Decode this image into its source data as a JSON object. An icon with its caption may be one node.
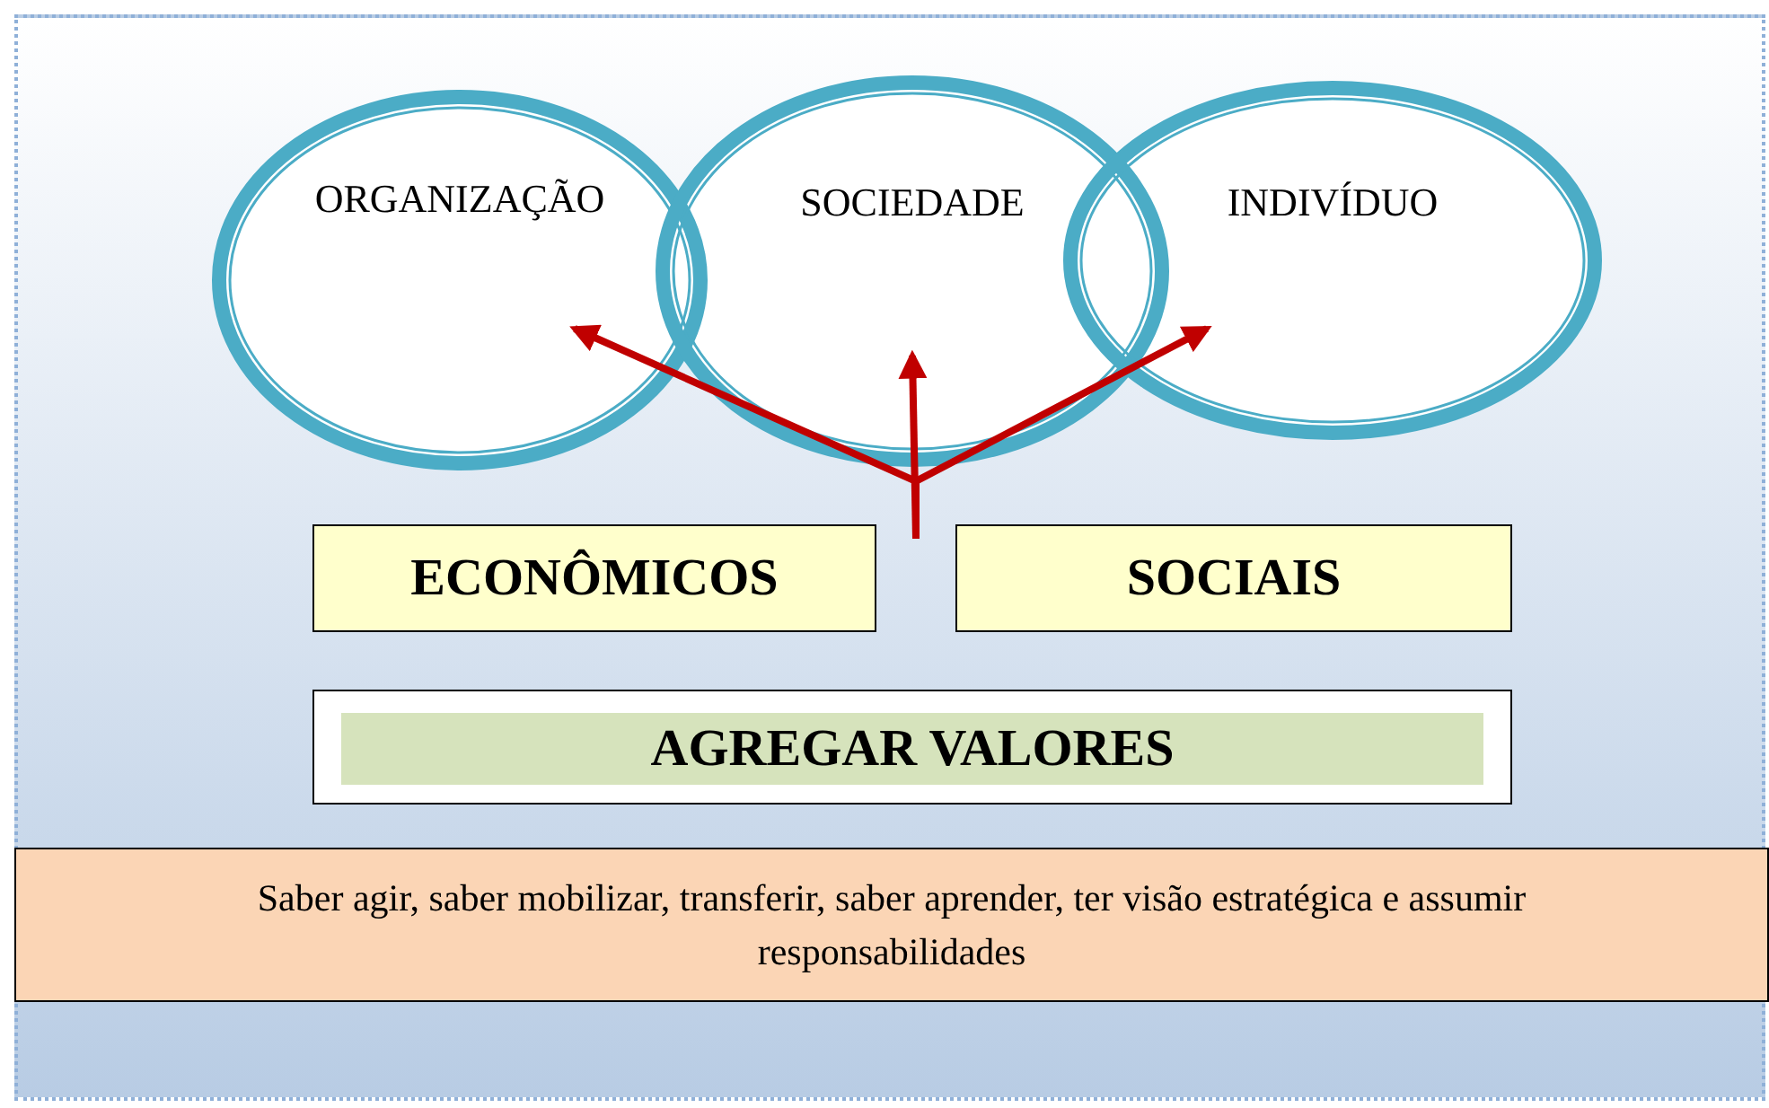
{
  "diagram": {
    "nodes": [
      {
        "text": [
          "ORGANIZAÇÃO"
        ]
      },
      {
        "text": [
          "SOCIEDADE"
        ]
      },
      {
        "text": [
          "INDIVÍDUO"
        ]
      },
      {
        "text": [
          "ECONÔMICOS"
        ]
      },
      {
        "text": [
          "SOCIAIS"
        ]
      },
      {
        "text": [
          "AGREGAR VALORES"
        ]
      },
      {
        "text": [
          "Saber agir, saber mobilizar, transferir, saber aprender, ter visão estratégica e assumir responsabilidades"
        ]
      }
    ],
    "edges": [
      {
        "from": null,
        "to": 0,
        "arrow": "to",
        "color": "#c00000"
      },
      {
        "from": null,
        "to": 1,
        "arrow": "to",
        "color": "#c00000"
      },
      {
        "from": null,
        "to": 2,
        "arrow": "to",
        "color": "#c00000"
      }
    ]
  }
}
